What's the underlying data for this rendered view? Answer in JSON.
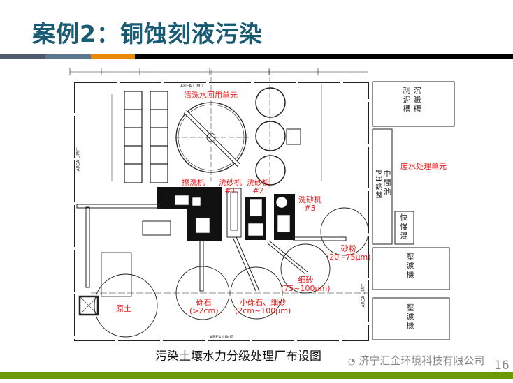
{
  "title": "案例2：铜蚀刻液污染",
  "header_bar_colors": [
    "#4f5b6e",
    "#5f7690",
    "#e88a00",
    "#000000"
  ],
  "drawing": {
    "area_limit": "AREA LIMIT",
    "labels": {
      "wash_water_reuse": "清洗水回用单元",
      "scrubber": "擦洗机",
      "sand_washer_1": "洗砂机",
      "sand_washer_1_no": "#1",
      "sand_washer_2": "洗砂机",
      "sand_washer_2_no": "#2",
      "sand_washer_3": "洗砂机",
      "sand_washer_3_no": "#3",
      "silt": "砂粉",
      "silt_size": "(20~75μm)",
      "fine_sand": "细砂",
      "fine_sand_size": "(75~100μm)",
      "raw_soil": "原土",
      "gravel": "砾石",
      "gravel_size": "(>2cm)",
      "small_gravel": "小砾石、细砂",
      "small_gravel_size": "(2cm~100μm)",
      "wastewater_unit": "废水处理单元"
    },
    "side_boxes": {
      "sedimentation_a": "沉澱槽",
      "sedimentation_b": "刮泥槽",
      "middle_tank": "中間池",
      "ph_adjust": "PH調整",
      "mixer": "快慢混",
      "filter_press_1": "壓濾機",
      "filter_press_2": "壓濾機"
    }
  },
  "caption": "污染土壤水力分级处理厂布设图",
  "watermark": "济宁汇金环境科技有限公司",
  "page_number": "16",
  "footer_bar_color": "#6a9a00"
}
